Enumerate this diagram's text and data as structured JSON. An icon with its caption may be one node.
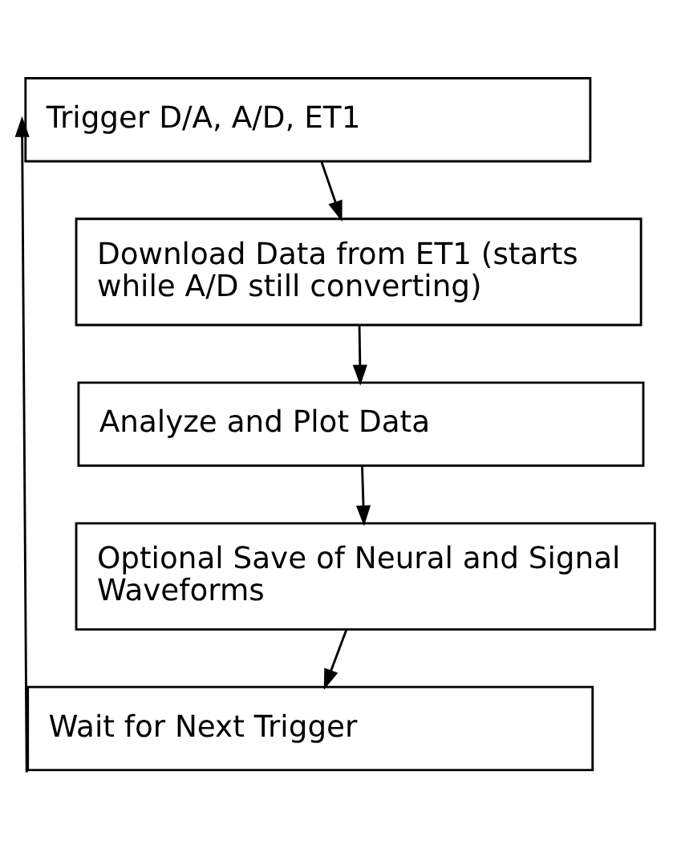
{
  "diagram": {
    "nodes": [
      {
        "text": [
          "Trigger D/A, A/D, ET1"
        ]
      },
      {
        "text": [
          "Download Data from ET1 (starts while A/D still converting)"
        ]
      },
      {
        "text": [
          "Analyze and Plot Data"
        ]
      },
      {
        "text": [
          "Optional Save of Neural and Signal Waveforms"
        ]
      },
      {
        "text": [
          "Wait for Next Trigger"
        ]
      }
    ],
    "edges": [
      {
        "from": 0,
        "to": 1,
        "arrow": "to"
      },
      {
        "from": 1,
        "to": 2,
        "arrow": "to"
      },
      {
        "from": 2,
        "to": 3,
        "arrow": "to"
      },
      {
        "from": 3,
        "to": 4,
        "arrow": "to"
      },
      {
        "from": 4,
        "to": 0,
        "arrow": "to"
      }
    ]
  }
}
